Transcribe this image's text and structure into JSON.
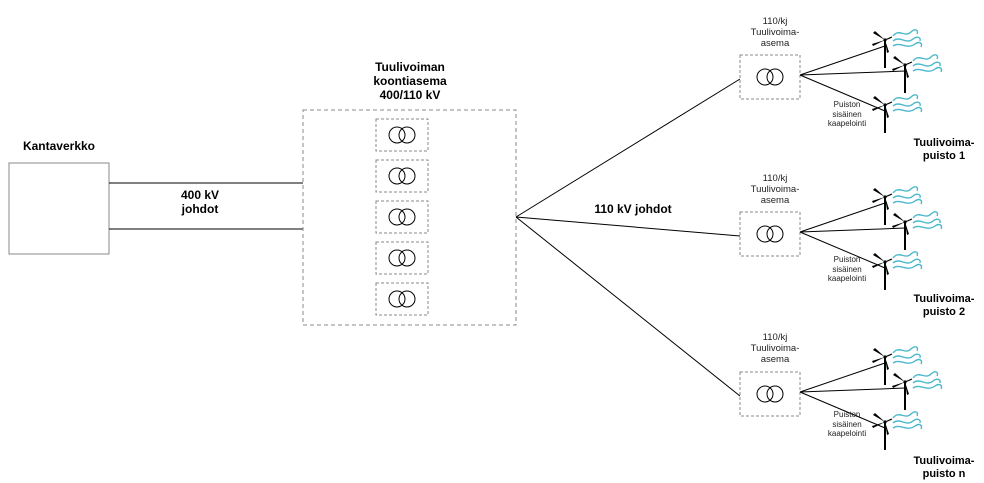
{
  "grid_label": "Kantaverkko",
  "line_400_label": [
    "400 kV",
    "johdot"
  ],
  "collector": {
    "title": [
      "Tuulivoiman",
      "koontiasema",
      "400/110 kV"
    ],
    "transformer_count": 5
  },
  "line_110_label": "110 kV johdot",
  "stations": [
    {
      "station_label": [
        "110/kj",
        "Tuulivoima-",
        "asema"
      ],
      "cabling_label": [
        "Puiston",
        "sisäinen",
        "kaapelointi"
      ],
      "park_label": [
        "Tuulivoima-",
        "puisto 1"
      ]
    },
    {
      "station_label": [
        "110/kj",
        "Tuulivoima-",
        "asema"
      ],
      "cabling_label": [
        "Puiston",
        "sisäinen",
        "kaapelointi"
      ],
      "park_label": [
        "Tuulivoima-",
        "puisto 2"
      ]
    },
    {
      "station_label": [
        "110/kj",
        "Tuulivoima-",
        "asema"
      ],
      "cabling_label": [
        "Puiston",
        "sisäinen",
        "kaapelointi"
      ],
      "park_label": [
        "Tuulivoima-",
        "puisto n"
      ]
    }
  ],
  "colors": {
    "line": "#000000",
    "box_border": "#888888",
    "wind": "#4bb8cc"
  }
}
